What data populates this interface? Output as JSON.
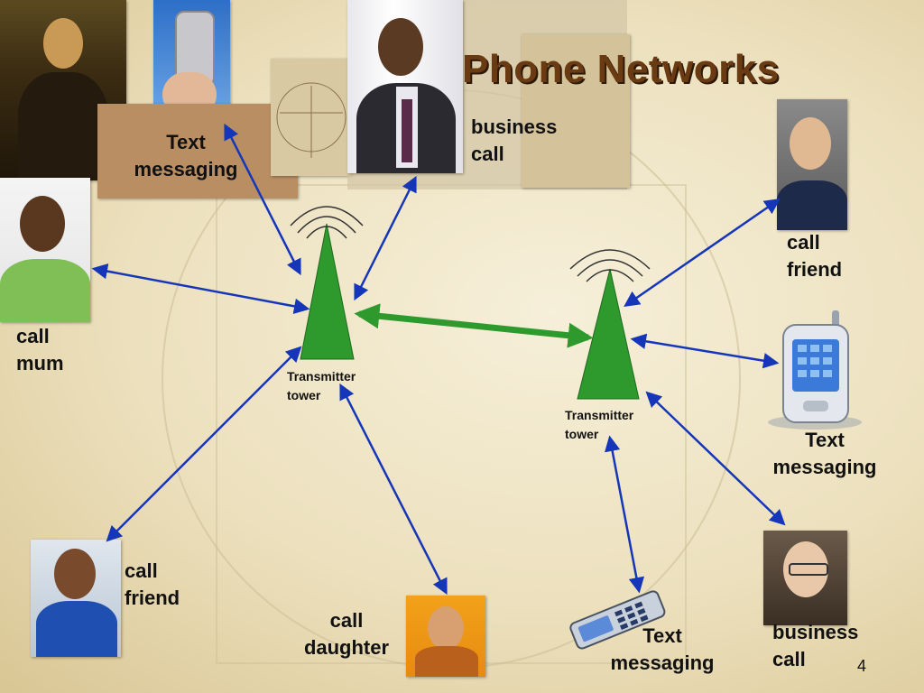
{
  "slide": {
    "title": "Phone Networks",
    "page_number": "4"
  },
  "towers": [
    {
      "label": "Transmitter\ntower"
    },
    {
      "label": "Transmitter\ntower"
    }
  ],
  "labels": {
    "text_messaging_top": "Text\nmessaging",
    "business_call_top": "business\ncall",
    "call_mum": "call\nmum",
    "call_friend_right": "call\nfriend",
    "text_messaging_right": "Text\nmessaging",
    "call_friend_left": "call\nfriend",
    "call_daughter": "call\ndaughter",
    "text_messaging_bottom": "Text\nmessaging",
    "business_call_bottom": "business\ncall"
  },
  "colors": {
    "title": "#6a3a12",
    "tower_fill": "#2e9a2e",
    "link_arrow": "#1536b8",
    "tower_link": "#2e9a2e"
  },
  "icons": {
    "tower": "transmitter-tower-icon",
    "mobile_phone": "mobile-phone-icon",
    "pda": "pda-icon",
    "flip_phone": "flip-phone-icon"
  }
}
